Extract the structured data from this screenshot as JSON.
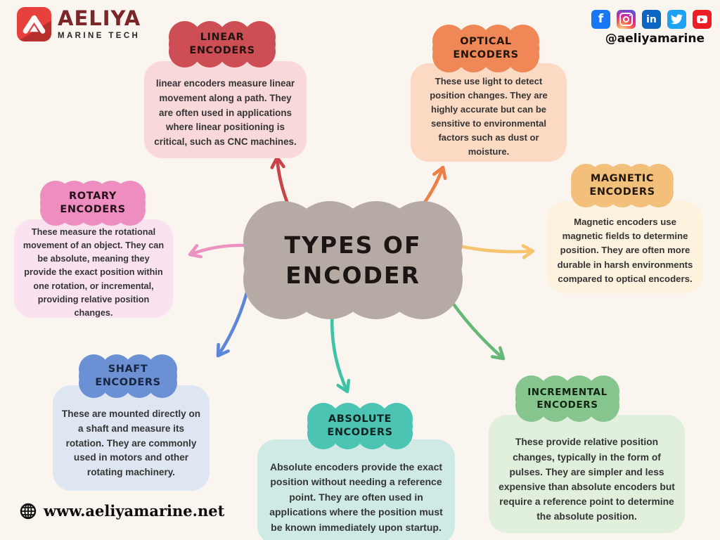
{
  "page": {
    "background": "#faf6ef"
  },
  "brand": {
    "name": "AELIYA",
    "tagline": "MARINE TECH",
    "handle": "@aeliyamarine",
    "website": "www.aeliyamarine.net",
    "logo_red": "#e8403c",
    "logo_dark_red": "#7b2629"
  },
  "social": [
    {
      "name": "facebook",
      "color": "#1877f2",
      "glyph": "f"
    },
    {
      "name": "instagram",
      "color": "#d6249f",
      "glyph": "camera"
    },
    {
      "name": "linkedin",
      "color": "#0a66c2",
      "glyph": "in"
    },
    {
      "name": "twitter",
      "color": "#1da1f2",
      "glyph": "bird"
    },
    {
      "name": "youtube",
      "color": "#ed1d24",
      "glyph": "play"
    }
  ],
  "center": {
    "title_line1": "TYPES OF",
    "title_line2": "ENCODER",
    "cloud_color": "#b5aba4",
    "text_color": "#1b1513"
  },
  "nodes": [
    {
      "id": "linear",
      "label_line1": "LINEAR",
      "label_line2": "ENCODERS",
      "badge_color": "#cd4e54",
      "badge_text_color": "#1f1410",
      "card_color": "#f9d8da",
      "arrow_color": "#c94349",
      "body": "linear encoders measure linear movement along a path. They are often used in applications where linear positioning is critical, such as CNC machines."
    },
    {
      "id": "optical",
      "label_line1": "OPTICAL",
      "label_line2": "ENCODERS",
      "badge_color": "#f08756",
      "badge_text_color": "#201409",
      "card_color": "#fbd9c3",
      "arrow_color": "#ef7e46",
      "body": "These use light to detect position changes. They are highly accurate but can be sensitive to environmental factors such as dust or moisture."
    },
    {
      "id": "rotary",
      "label_line1": "ROTARY",
      "label_line2": "ENCODERS",
      "badge_color": "#ee8dbf",
      "badge_text_color": "#241018",
      "card_color": "#fbe2f1",
      "arrow_color": "#ec92c2",
      "body": "These measure the rotational movement of an object. They can be absolute, meaning they provide the exact position within one rotation, or incremental, providing relative position changes."
    },
    {
      "id": "magnetic",
      "label_line1": "MAGNETIC",
      "label_line2": "ENCODERS",
      "badge_color": "#f2c07b",
      "badge_text_color": "#231708",
      "card_color": "#fcf2de",
      "arrow_color": "#f6c46f",
      "body": "Magnetic encoders use magnetic fields to determine position. They are often more durable in harsh environments compared to optical encoders."
    },
    {
      "id": "shaft",
      "label_line1": "SHAFT",
      "label_line2": "ENCODERS",
      "badge_color": "#6b90d3",
      "badge_text_color": "#17253f",
      "card_color": "#dee6f2",
      "arrow_color": "#5e86d8",
      "body": "These are mounted directly on a shaft and measure its rotation. They are commonly used in motors and other rotating machinery."
    },
    {
      "id": "absolute",
      "label_line1": "ABSOLUTE",
      "label_line2": "ENCODERS",
      "badge_color": "#4cc4b4",
      "badge_text_color": "#0d2420",
      "card_color": "#cfeae5",
      "arrow_color": "#3ec3a6",
      "body": "Absolute encoders provide the exact position without needing a reference point. They are often used in applications where the position must be known immediately upon startup."
    },
    {
      "id": "incremental",
      "label_line1": "INCREMENTAL",
      "label_line2": "ENCODERS",
      "badge_color": "#86c58e",
      "badge_text_color": "#10240f",
      "card_color": "#e0f0dc",
      "arrow_color": "#66b878",
      "body": "These provide relative position changes, typically in the form of pulses. They are simpler and less expensive than absolute encoders but require a reference point to determine the absolute position."
    }
  ]
}
